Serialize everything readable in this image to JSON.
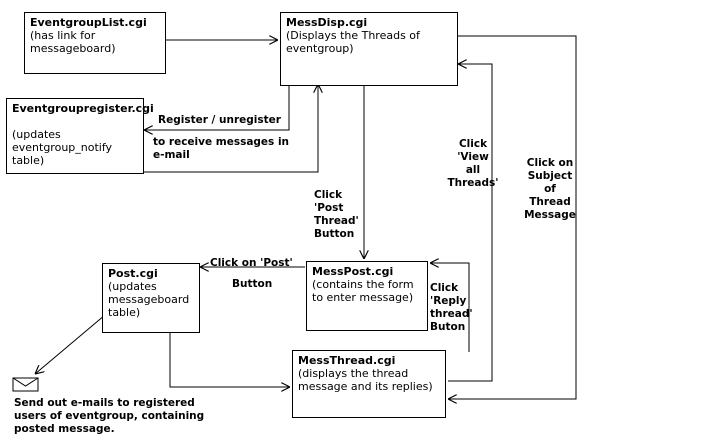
{
  "boxes": {
    "eventgroup_list": {
      "title": "EventgroupList.cgi",
      "lines": [
        "(has link for",
        "messageboard)"
      ]
    },
    "mess_disp": {
      "title": "MessDisp.cgi",
      "lines": [
        "(Displays the Threads of",
        "eventgroup)"
      ]
    },
    "eventgroup_register": {
      "title": "Eventgroupregister.cgi",
      "lines": [
        "",
        "(updates",
        "eventgroup_notify",
        "table)"
      ]
    },
    "post": {
      "title": "Post.cgi",
      "lines": [
        "(updates",
        "messageboard",
        "table)"
      ]
    },
    "mess_post": {
      "title": "MessPost.cgi",
      "lines": [
        "(contains the form",
        "to enter message)"
      ]
    },
    "mess_thread": {
      "title": "MessThread.cgi",
      "lines": [
        "(displays the thread",
        "message and its replies)"
      ]
    }
  },
  "labels": {
    "register": "Register / unregister",
    "receive": [
      "to receive messages in",
      "e-mail"
    ],
    "click_post_thread": [
      "Click",
      "'Post",
      "Thread'",
      "Button"
    ],
    "click_view_all": [
      "Click",
      "'View",
      "all",
      "Threads'"
    ],
    "click_subject": [
      "Click on",
      "Subject",
      "of",
      "Thread",
      "Message"
    ],
    "click_post": "Click  on 'Post'",
    "button": "Button",
    "click_reply": [
      "Click",
      "'Reply",
      "thread'",
      "Buton"
    ],
    "send_emails": [
      "Send out e-mails to registered",
      "users of eventgroup, containing",
      "posted message."
    ]
  },
  "icons": {
    "envelope": "envelope-icon"
  }
}
